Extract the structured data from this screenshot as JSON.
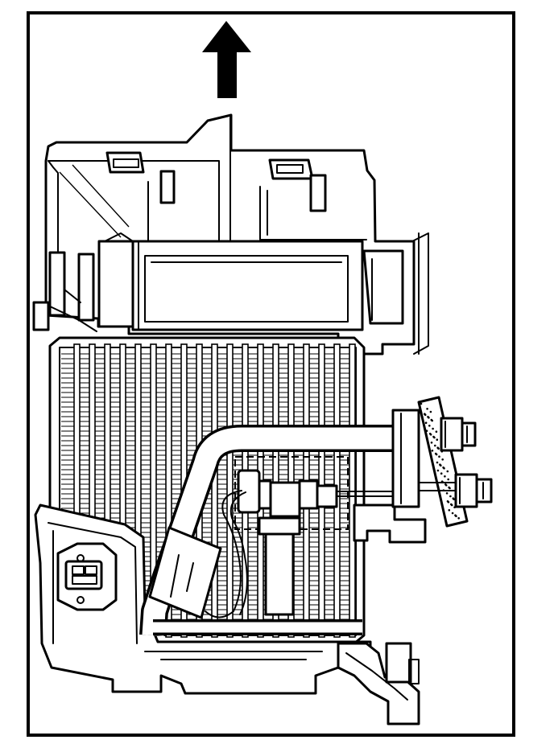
{
  "diagram": {
    "colors": {
      "ink": "#000000",
      "paper": "#ffffff"
    },
    "components": [
      {
        "id": "direction-arrow",
        "icon": "arrow-up-icon"
      },
      {
        "id": "evaporator-housing"
      },
      {
        "id": "evaporator-core"
      },
      {
        "id": "refrigerant-tube"
      },
      {
        "id": "expansion-valve"
      },
      {
        "id": "insulation-pad"
      },
      {
        "id": "fitting-nut-upper"
      },
      {
        "id": "fitting-nut-lower"
      },
      {
        "id": "electrical-connector"
      },
      {
        "id": "drain-hose"
      }
    ]
  }
}
